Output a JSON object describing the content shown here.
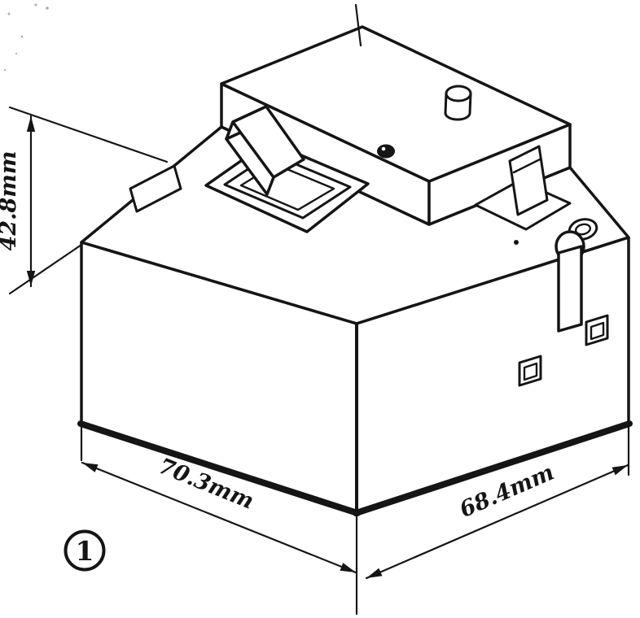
{
  "figure": {
    "marker_label": "1"
  },
  "dimension_labels": {
    "height": "42.8mm",
    "width": "70.3mm",
    "depth": "68.4mm"
  },
  "colors": {
    "ink": "#151515",
    "paper": "#ffffff"
  }
}
